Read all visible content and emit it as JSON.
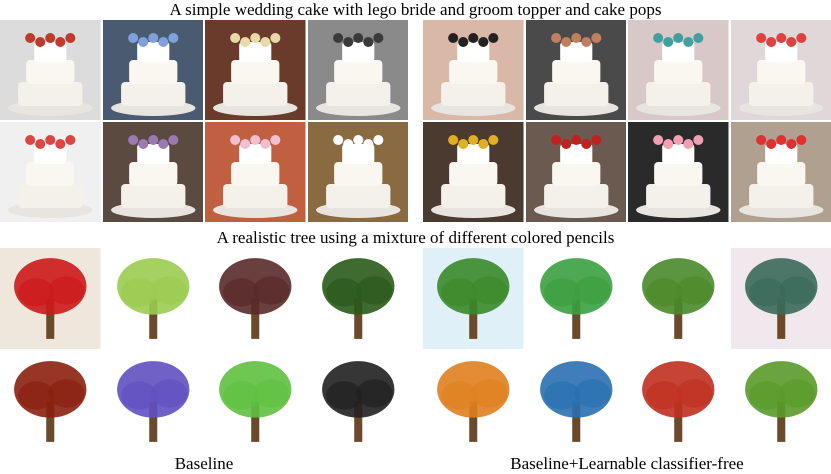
{
  "figure": {
    "prompts": {
      "cake": "A simple wedding cake with lego bride and groom topper and cake pops",
      "tree": "A realistic tree using a mixture of different colored pencils"
    },
    "method_labels": {
      "left": "Baseline",
      "right": "Baseline+Learnable classifier-free"
    }
  },
  "grids": {
    "cake_baseline": [
      {
        "bg": "#dcdcdc",
        "accent": "#c0392b"
      },
      {
        "bg": "#4a5a70",
        "accent": "#7fa0d8"
      },
      {
        "bg": "#6a3a2a",
        "accent": "#e8d9a8"
      },
      {
        "bg": "#8a8a8a",
        "accent": "#3a3a3a"
      },
      {
        "bg": "#f0f0f0",
        "accent": "#d44"
      },
      {
        "bg": "#5a4a40",
        "accent": "#9a7ab0"
      },
      {
        "bg": "#c06040",
        "accent": "#f0c0d0"
      },
      {
        "bg": "#8a6a40",
        "accent": "#ffffff"
      }
    ],
    "cake_ours": [
      {
        "bg": "#d9b8a8",
        "accent": "#222222"
      },
      {
        "bg": "#4a4a4a",
        "accent": "#c08060"
      },
      {
        "bg": "#d8c8c8",
        "accent": "#40a0a0"
      },
      {
        "bg": "#e0d8d8",
        "accent": "#e04040"
      },
      {
        "bg": "#4a3a30",
        "accent": "#e0b020"
      },
      {
        "bg": "#6a5a50",
        "accent": "#c02020"
      },
      {
        "bg": "#2a2a2a",
        "accent": "#f0a0b0"
      },
      {
        "bg": "#b0a090",
        "accent": "#e03030"
      }
    ],
    "tree_baseline": [
      {
        "bg": "#efe6dc",
        "accent": "#cc1a1a"
      },
      {
        "bg": "#ffffff",
        "accent": "#9acc50"
      },
      {
        "bg": "#ffffff",
        "accent": "#5a2a2a"
      },
      {
        "bg": "#ffffff",
        "accent": "#2a5a1a"
      },
      {
        "bg": "#ffffff",
        "accent": "#8a2010"
      },
      {
        "bg": "#ffffff",
        "accent": "#6050c0"
      },
      {
        "bg": "#ffffff",
        "accent": "#60c040"
      },
      {
        "bg": "#ffffff",
        "accent": "#202020"
      }
    ],
    "tree_ours": [
      {
        "bg": "#dff0f8",
        "accent": "#3a8a2a"
      },
      {
        "bg": "#ffffff",
        "accent": "#3aa040"
      },
      {
        "bg": "#ffffff",
        "accent": "#4a8a2a"
      },
      {
        "bg": "#f0e8ec",
        "accent": "#3a6a5a"
      },
      {
        "bg": "#ffffff",
        "accent": "#e08020"
      },
      {
        "bg": "#ffffff",
        "accent": "#2a70b0"
      },
      {
        "bg": "#ffffff",
        "accent": "#c03020"
      },
      {
        "bg": "#ffffff",
        "accent": "#5a9a2a"
      }
    ]
  }
}
